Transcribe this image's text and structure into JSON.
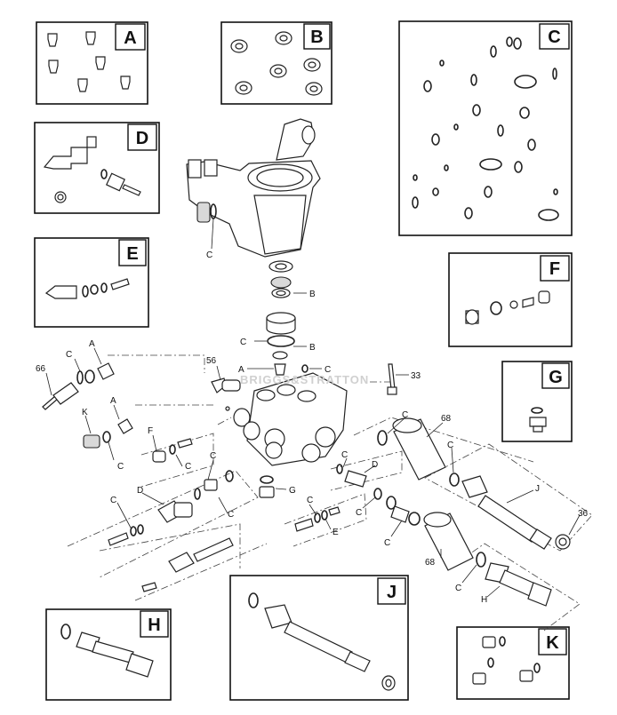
{
  "kit_tags": [
    "A",
    "B",
    "C",
    "D",
    "E",
    "F",
    "G",
    "H",
    "J",
    "K"
  ],
  "callouts": {
    "c": "C",
    "b": "B",
    "a": "A",
    "d": "D",
    "e": "E",
    "f": "F",
    "g": "G",
    "h": "H",
    "j": "J",
    "k": "K",
    "n33": "33",
    "n36": "36",
    "n56": "56",
    "n66": "66",
    "n68": "68"
  },
  "watermark": "BRIGGS&STRATTON"
}
